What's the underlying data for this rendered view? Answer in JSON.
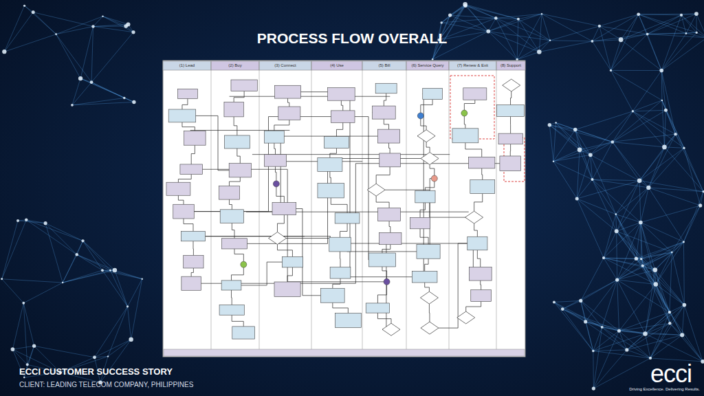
{
  "diagram": {
    "title": "PROCESS FLOW OVERALL",
    "labels": [
      "(1) Lead",
      "(2) Buy",
      "(3) Connect",
      "(4) Use",
      "(5) Bill",
      "(6) Service Query",
      "(7) Renew & Exit",
      "(8) Support",
      "ECCI CUSTOMER SUCCESS STORY",
      "CLIENT: LEADING TELECOM COMPANY, PHILIPPINES",
      "ecci",
      "Driving Excellence. Delivering Results."
    ]
  }
}
